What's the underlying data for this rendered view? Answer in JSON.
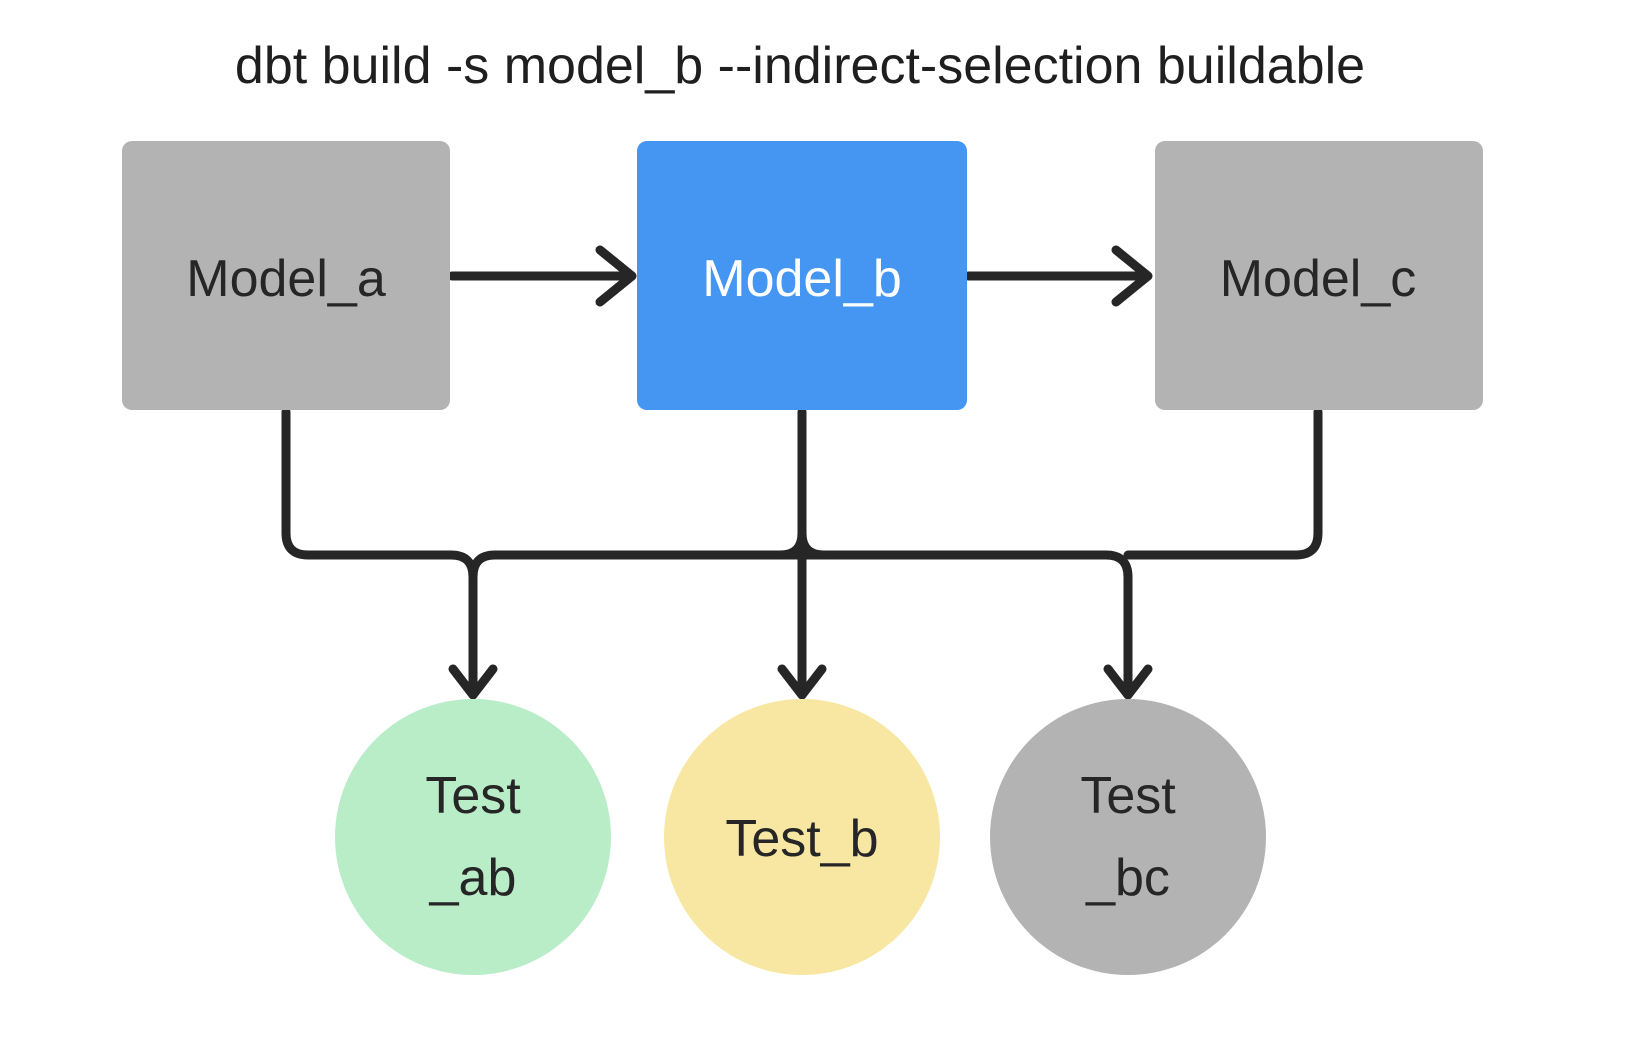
{
  "title": "dbt build -s model_b --indirect-selection buildable",
  "colors": {
    "background": "#ffffff",
    "edge": "#262626",
    "title_text": "#1f1f1f",
    "selected_model_blue": "#4596f3",
    "unselected_gray": "#b3b3b3",
    "test_green": "#b8edc8",
    "test_yellow": "#f8e7a3",
    "dark_text": "#262626",
    "light_text": "#ffffff"
  },
  "models": [
    {
      "label": "Model_a",
      "fill": "#b3b3b3",
      "text_color": "#262626"
    },
    {
      "label": "Model_b",
      "fill": "#4596f3",
      "text_color": "#ffffff"
    },
    {
      "label": "Model_c",
      "fill": "#b3b3b3",
      "text_color": "#262626"
    }
  ],
  "tests": [
    {
      "line1": "Test",
      "line2": "_ab",
      "fill": "#b8edc8",
      "text_color": "#262626"
    },
    {
      "line1": "Test_b",
      "line2": "",
      "fill": "#f8e7a3",
      "text_color": "#262626"
    },
    {
      "line1": "Test",
      "line2": "_bc",
      "fill": "#b3b3b3",
      "text_color": "#262626"
    }
  ]
}
